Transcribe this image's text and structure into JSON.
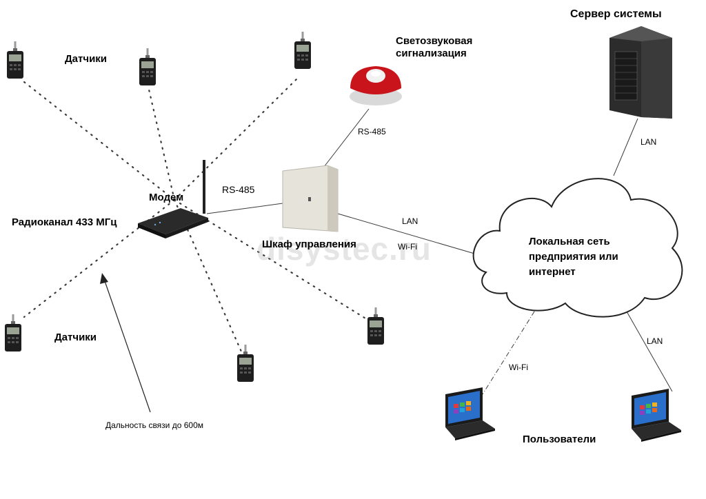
{
  "labels": {
    "sensors_top": "Датчики",
    "sensors_bottom": "Датчики",
    "modem": "Модем",
    "radio_channel": "Радиоканал 433 МГц",
    "rs485_modem": "RS-485",
    "rs485_alarm": "RS-485",
    "alarm": "Светозвуковая\nсигнализация",
    "cabinet": "Шкаф управления",
    "lan_cabinet": "LAN",
    "wifi_cabinet": "Wi-Fi",
    "network": "Локальная сеть\nпредприятия или\nинтернет",
    "server": "Сервер системы",
    "lan_server": "LAN",
    "lan_users": "LAN",
    "wifi_users": "Wi-Fi",
    "users": "Пользователи",
    "range": "Дальность связи до 600м"
  },
  "watermark": "disystec.ru",
  "colors": {
    "line": "#3a3a3a",
    "sensor_body": "#1e1e1e",
    "sensor_screen": "#9aa394",
    "cabinet": "#e6e3da",
    "alarm_red": "#c8141a",
    "server": "#2c2c2c",
    "laptop_screen": "#2a6fc9"
  }
}
